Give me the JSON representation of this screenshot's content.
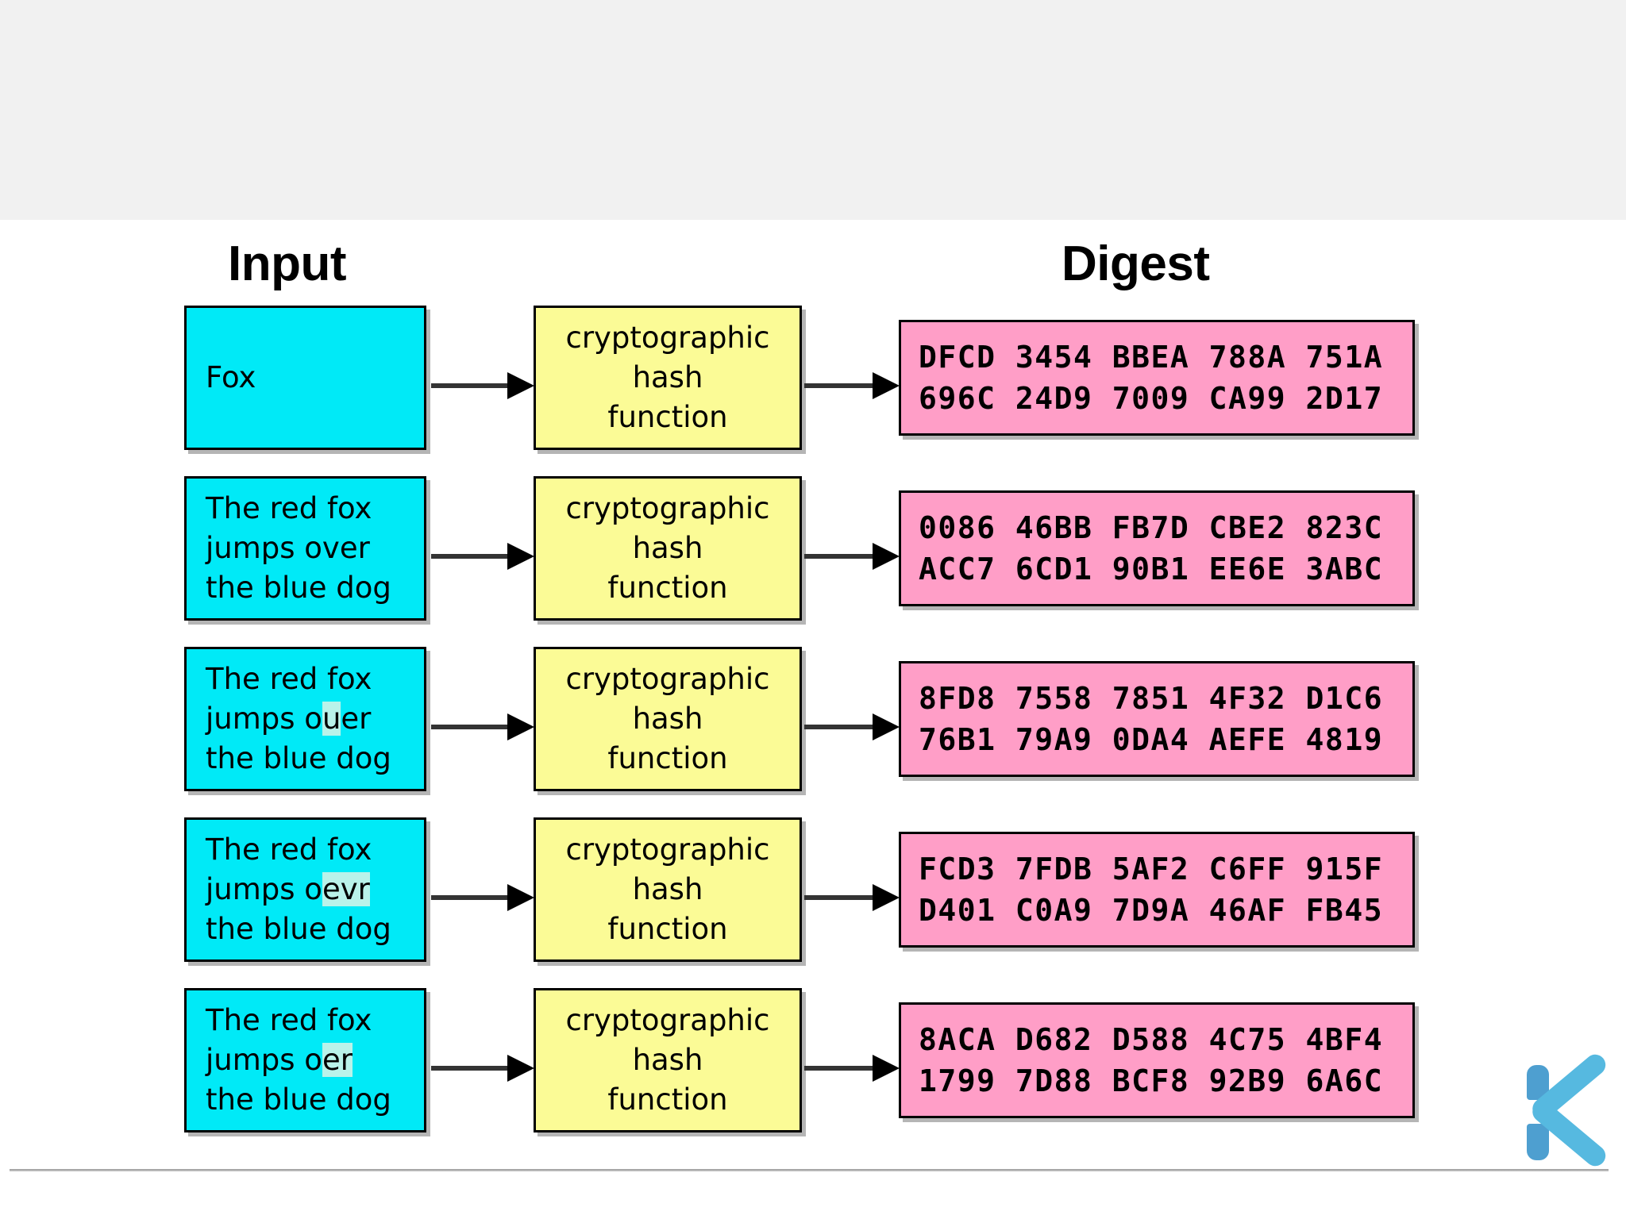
{
  "page": {
    "background_color": "#ffffff",
    "top_band_color": "#f1f1f1"
  },
  "headings": {
    "input": "Input",
    "digest": "Digest"
  },
  "colors": {
    "input_box": "#00eaf7",
    "hash_box": "#fbfb96",
    "digest_box": "#ff9ec7",
    "highlight": "#b9f3ea",
    "logo": "#56b9e0",
    "border": "#000000"
  },
  "hash_function": {
    "line1": "cryptographic",
    "line2": "hash",
    "line3": "function"
  },
  "rows": [
    {
      "input": {
        "pre": "Fox",
        "highlight": "",
        "post": ""
      },
      "digest": {
        "line1": "DFCD 3454 BBEA 788A 751A",
        "line2": "696C 24D9 7009 CA99 2D17"
      }
    },
    {
      "input": {
        "pre": "The red fox\njumps over\nthe blue dog",
        "highlight": "",
        "post": ""
      },
      "digest": {
        "line1": "0086 46BB FB7D CBE2 823C",
        "line2": "ACC7 6CD1 90B1 EE6E 3ABC"
      }
    },
    {
      "input": {
        "pre": "The red fox\njumps o",
        "highlight": "u",
        "post": "er\nthe blue dog"
      },
      "digest": {
        "line1": "8FD8 7558 7851 4F32 D1C6",
        "line2": "76B1 79A9 0DA4 AEFE 4819"
      }
    },
    {
      "input": {
        "pre": "The red fox\njumps o",
        "highlight": "evr",
        "post": "\nthe blue dog"
      },
      "digest": {
        "line1": "FCD3 7FDB 5AF2 C6FF 915F",
        "line2": "D401 C0A9 7D9A 46AF FB45"
      }
    },
    {
      "input": {
        "pre": "The red fox\njumps o",
        "highlight": "er",
        "post": "\nthe blue dog"
      },
      "digest": {
        "line1": "8ACA D682 D588 4C75 4BF4",
        "line2": "1799 7D88 BCF8 92B9 6A6C"
      }
    }
  ]
}
